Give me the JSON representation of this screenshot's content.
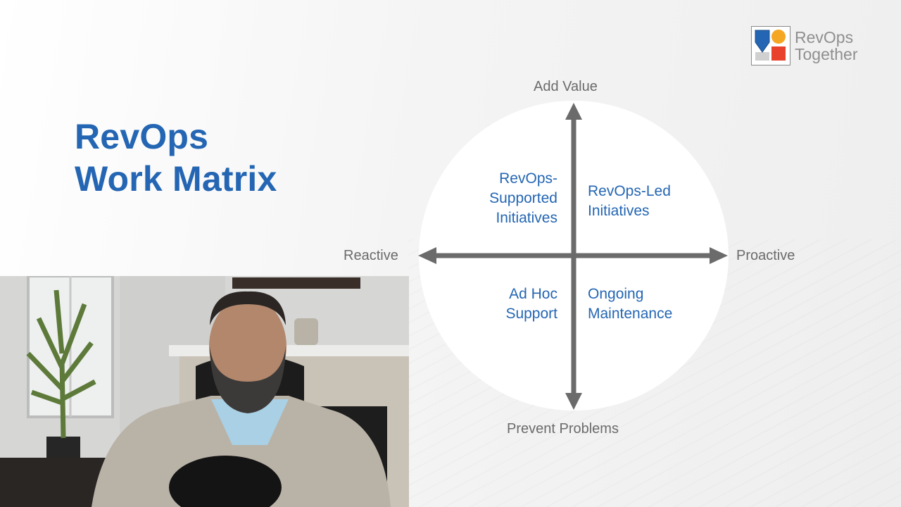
{
  "slide": {
    "title_line1": "RevOps",
    "title_line2": "Work Matrix"
  },
  "logo": {
    "line1": "RevOps",
    "line2": "Together",
    "colors": [
      "#2466b3",
      "#f5a623",
      "#e8412c",
      "#e8412c"
    ]
  },
  "matrix": {
    "top_label": "Add Value",
    "bottom_label": "Prevent Problems",
    "left_label": "Reactive",
    "right_label": "Proactive",
    "quadrants": {
      "top_left": [
        "RevOps-",
        "Supported",
        "Initiatives"
      ],
      "top_right": [
        "RevOps-Led",
        "Initiatives"
      ],
      "bottom_left": [
        "Ad Hoc",
        "Support"
      ],
      "bottom_right": [
        "Ongoing",
        "Maintenance"
      ]
    }
  },
  "colors": {
    "accent": "#2466b3",
    "axis": "#6b6b6b"
  }
}
